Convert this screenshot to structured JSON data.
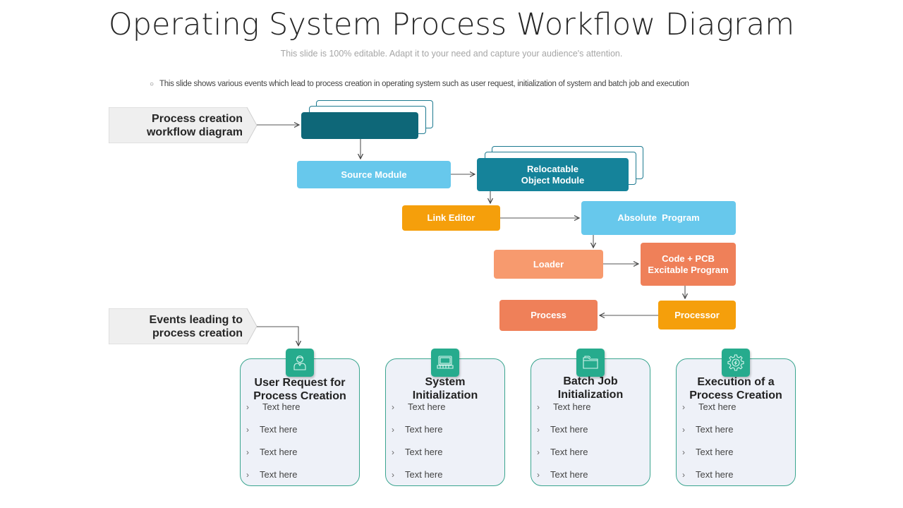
{
  "header": {
    "title": "Operating System Process Workflow Diagram",
    "subtitle": "This slide is 100% editable. Adapt it to your need and capture your audience's attention.",
    "description": "This slide shows various events which lead to process creation in operating system such as user request, initialization of system and batch job and execution",
    "description_bullet": "○"
  },
  "tags": {
    "workflow_line1": "Process creation",
    "workflow_line2": "workflow diagram",
    "events_line1": "Events leading to",
    "events_line2": "process creation"
  },
  "workflow": {
    "top_box": "",
    "source_module": "Source Module",
    "relocatable_line1": "Relocatable",
    "relocatable_line2": "Object Module",
    "link_editor": "Link Editor",
    "absolute_program": "Absolute  Program",
    "loader": "Loader",
    "code_pcb_line1": "Code + PCB",
    "code_pcb_line2": "Excitable Program",
    "processor": "Processor",
    "process": "Process"
  },
  "colors": {
    "dark_teal": "#0e6778",
    "teal": "#15839a",
    "light_blue": "#67c8ec",
    "orange": "#f59f0b",
    "salmon": "#f79a6e",
    "coral": "#ef8059",
    "green": "#26ab8d",
    "card_border": "#3aa58f",
    "card_bg": "#eef1f8"
  },
  "events": [
    {
      "icon": "user-icon",
      "title_line1": "User Request for",
      "title_line2": "Process Creation",
      "items": [
        "Text here",
        "Text here",
        "Text here",
        "Text here"
      ]
    },
    {
      "icon": "laptop-icon",
      "title_line1": "System",
      "title_line2": "Initialization",
      "items": [
        "Text here",
        "Text here",
        "Text here",
        "Text here"
      ]
    },
    {
      "icon": "folder-icon",
      "title_line1": "Batch Job",
      "title_line2": "Initialization",
      "items": [
        "Text here",
        "Text here",
        "Text here",
        "Text here"
      ]
    },
    {
      "icon": "gear-icon",
      "title_line1": "Execution of a",
      "title_line2": "Process Creation",
      "items": [
        "Text here",
        "Text here",
        "Text here",
        "Text here"
      ]
    }
  ],
  "bullet_glyph": "›"
}
